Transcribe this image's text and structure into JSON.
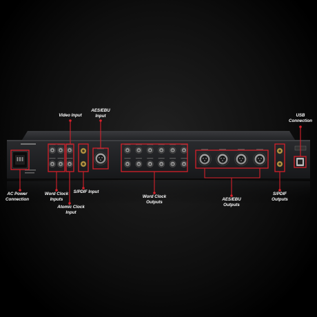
{
  "labels": {
    "video_input": "Video Input",
    "aes_ebu_input": "AES/EBU\nInput",
    "usb_connection": "USB\nConnection",
    "ac_power_connection": "AC Power\nConnection",
    "word_clock_inputs": "Word Clock\nInputs",
    "spdif_input": "S/PDIF Input",
    "atomic_clock_input": "Atomic Clock\nInput",
    "word_clock_outputs": "Word Clock\nOutputs",
    "aes_ebu_outputs": "AES/EBU\nOutputs",
    "spdif_outputs": "S/PDIF\nOutputs"
  },
  "colors": {
    "callout": "#d6202a",
    "chassis": "#1b1c1e",
    "panel": "#141517",
    "connector": "#9a9a9a",
    "label_text": "#ffffff"
  }
}
